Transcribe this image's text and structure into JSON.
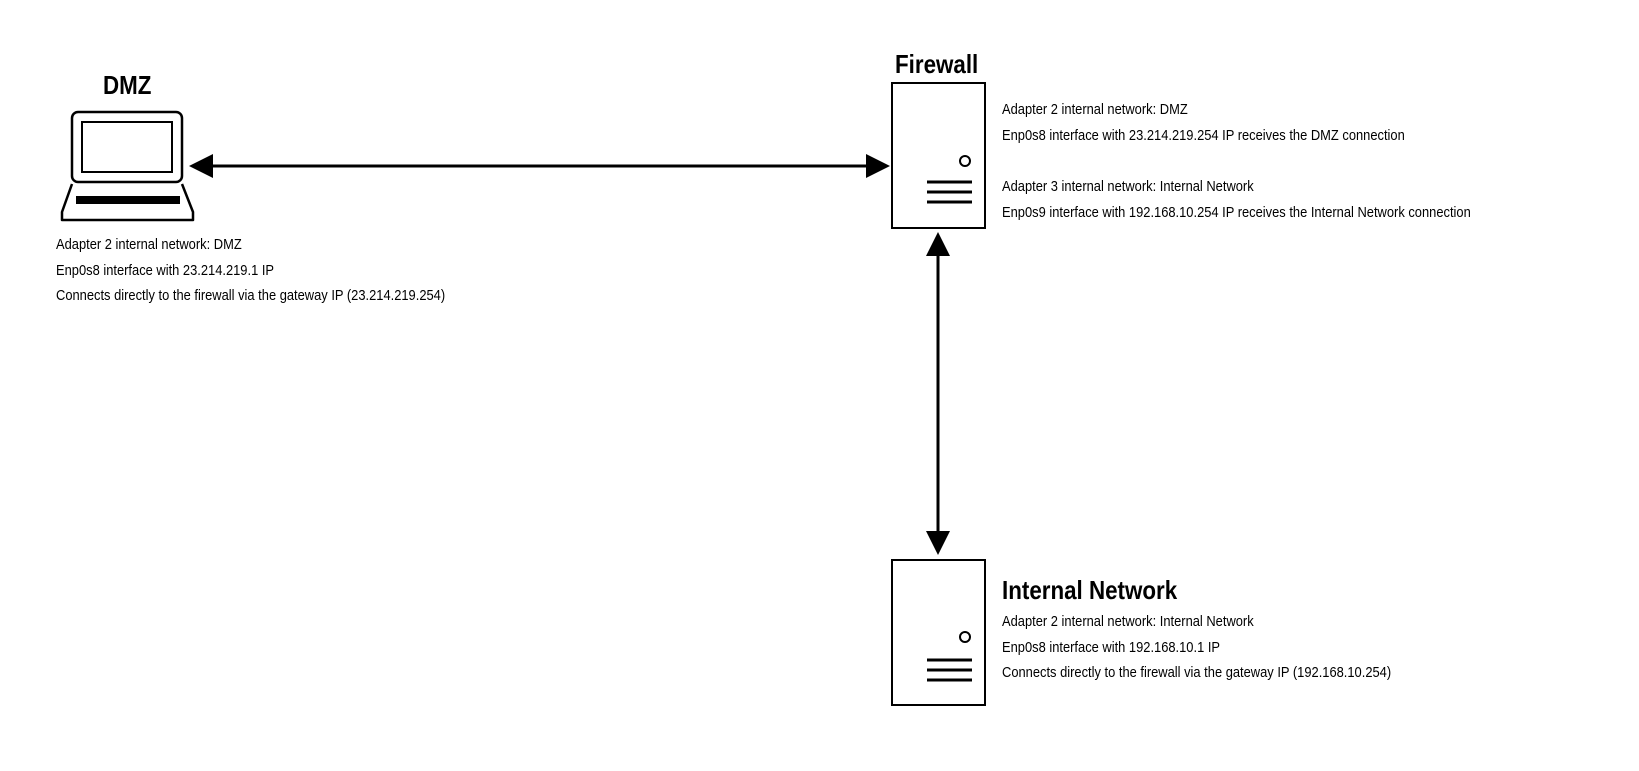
{
  "nodes": {
    "dmz": {
      "title": "DMZ",
      "lines": [
        "Adapter 2 internal network: DMZ",
        "Enp0s8 interface with  23.214.219.1 IP",
        "Connects directly to the firewall via the gateway IP (23.214.219.254)"
      ]
    },
    "firewall": {
      "title": "Firewall",
      "adapter2_lines": [
        "Adapter 2 internal network: DMZ",
        "Enp0s8 interface with 23.214.219.254 IP receives the DMZ connection"
      ],
      "adapter3_lines": [
        "Adapter 3 internal network: Internal Network",
        "Enp0s9  interface with 192.168.10.254 IP receives the Internal Network connection"
      ]
    },
    "internal": {
      "title": "Internal Network",
      "lines": [
        "Adapter 2 internal network: Internal Network",
        "Enp0s8 interface with  192.168.10.1 IP",
        "Connects directly to the firewall via the gateway IP (192.168.10.254)"
      ]
    }
  },
  "icons": {
    "dmz": "laptop-icon",
    "firewall": "server-icon",
    "internal": "server-icon"
  },
  "colors": {
    "stroke": "#000000",
    "background": "#ffffff"
  }
}
